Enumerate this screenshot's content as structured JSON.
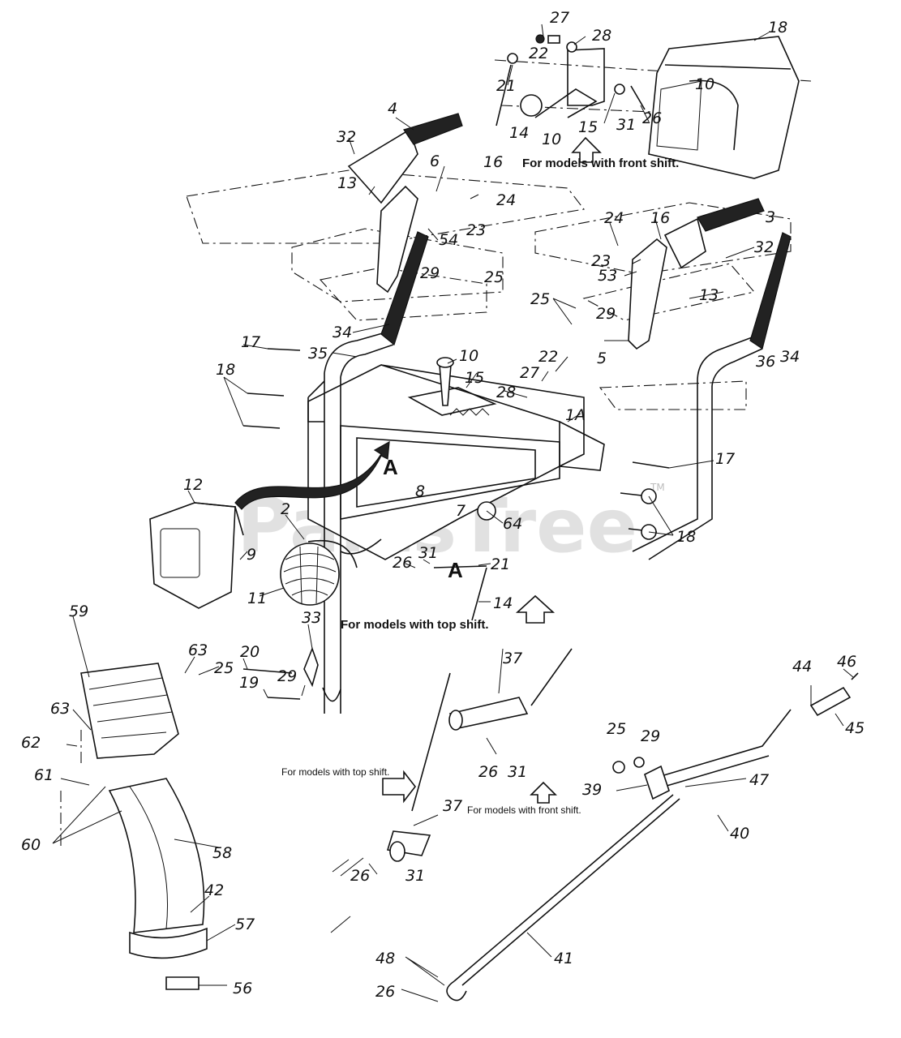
{
  "watermark": {
    "text": "PartsTree",
    "tm": "TM"
  },
  "captions": {
    "front_shift_top": "For models with front shift.",
    "top_shift_mid": "For models with top shift.",
    "top_shift_small": "For models with top shift.",
    "front_shift_small": "For models with front shift."
  },
  "markers": {
    "a1": "A",
    "a2": "A"
  },
  "labels": {
    "l1A": "1A",
    "l2": "2",
    "l3": "3",
    "l4": "4",
    "l5": "5",
    "l6": "6",
    "l7": "7",
    "l8": "8",
    "l9": "9",
    "l10a": "10",
    "l10b": "10",
    "l11": "11",
    "l12": "12",
    "l13a": "13",
    "l13b": "13",
    "l14a": "14",
    "l14b": "14",
    "l15a": "15",
    "l15b": "15",
    "l16a": "16",
    "l16b": "16",
    "l17a": "17",
    "l17b": "17",
    "l18a": "18",
    "l18b": "18",
    "l18c": "18",
    "l19": "19",
    "l20": "20",
    "l21a": "21",
    "l21b": "21",
    "l22a": "22",
    "l22b": "22",
    "l23a": "23",
    "l23b": "23",
    "l24a": "24",
    "l24b": "24",
    "l25a": "25",
    "l25b": "25",
    "l25c": "25",
    "l25d": "25",
    "l26a": "26",
    "l26b": "26",
    "l26c": "26",
    "l26d": "26",
    "l26e": "26",
    "l27a": "27",
    "l27b": "27",
    "l28a": "28",
    "l28b": "28",
    "l29a": "29",
    "l29b": "29",
    "l29c": "29",
    "l29d": "29",
    "l31a": "31",
    "l31b": "31",
    "l31c": "31",
    "l31d": "31",
    "l32a": "32",
    "l32b": "32",
    "l33": "33",
    "l34a": "34",
    "l34b": "34",
    "l35": "35",
    "l36": "36",
    "l37a": "37",
    "l37b": "37",
    "l39": "39",
    "l40": "40",
    "l41": "41",
    "l42": "42",
    "l44": "44",
    "l45": "45",
    "l46": "46",
    "l47": "47",
    "l48": "48",
    "l53": "53",
    "l54": "54",
    "l56": "56",
    "l57": "57",
    "l58": "58",
    "l59": "59",
    "l60": "60",
    "l61": "61",
    "l62": "62",
    "l63a": "63",
    "l63b": "63",
    "l64": "64"
  }
}
